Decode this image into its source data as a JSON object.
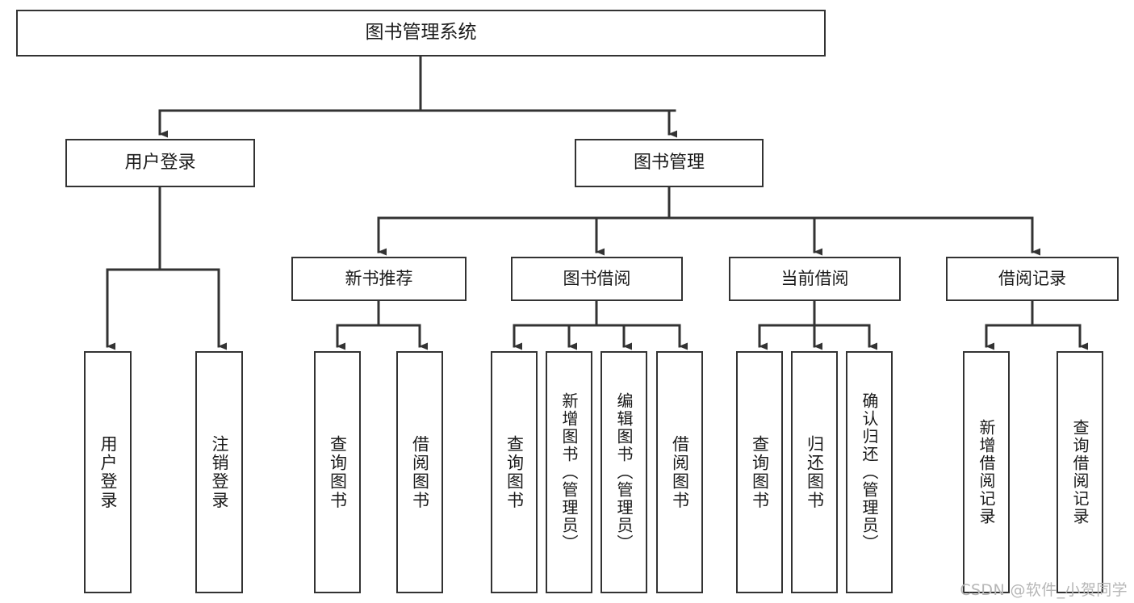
{
  "diagram": {
    "title": "图书管理系统",
    "type": "tree-hierarchy-chart",
    "root": {
      "id": "root",
      "label": "图书管理系统"
    },
    "level2": [
      {
        "id": "user-login",
        "label": "用户登录"
      },
      {
        "id": "book-manage",
        "label": "图书管理"
      }
    ],
    "level3": [
      {
        "id": "new-book-rec",
        "label": "新书推荐",
        "parent": "book-manage"
      },
      {
        "id": "book-borrow",
        "label": "图书借阅",
        "parent": "book-manage"
      },
      {
        "id": "current-borrow",
        "label": "当前借阅",
        "parent": "book-manage"
      },
      {
        "id": "borrow-record",
        "label": "借阅记录",
        "parent": "book-manage"
      }
    ],
    "leaves": [
      {
        "id": "leaf-user-login",
        "label": "用户登录",
        "parent": "user-login"
      },
      {
        "id": "leaf-user-logout",
        "label": "注销登录",
        "parent": "user-login"
      },
      {
        "id": "leaf-rec-query",
        "label": "查询图书",
        "parent": "new-book-rec"
      },
      {
        "id": "leaf-rec-borrow",
        "label": "借阅图书",
        "parent": "new-book-rec"
      },
      {
        "id": "leaf-borrow-query",
        "label": "查询图书",
        "parent": "book-borrow"
      },
      {
        "id": "leaf-borrow-add",
        "label": "新增图书（管理员）",
        "parent": "book-borrow"
      },
      {
        "id": "leaf-borrow-edit",
        "label": "编辑图书（管理员）",
        "parent": "book-borrow"
      },
      {
        "id": "leaf-borrow-do",
        "label": "借阅图书",
        "parent": "book-borrow"
      },
      {
        "id": "leaf-cur-query",
        "label": "查询图书",
        "parent": "current-borrow"
      },
      {
        "id": "leaf-cur-return",
        "label": "归还图书",
        "parent": "current-borrow"
      },
      {
        "id": "leaf-cur-confirm",
        "label": "确认归还（管理员）",
        "parent": "current-borrow"
      },
      {
        "id": "leaf-rec-add",
        "label": "新增借阅记录",
        "parent": "borrow-record"
      },
      {
        "id": "leaf-rec-query-record",
        "label": "查询借阅记录",
        "parent": "borrow-record"
      }
    ],
    "watermark": "CSDN @软件_小贺同学",
    "colors": {
      "stroke": "#333333",
      "fill": "#ffffff",
      "text": "#1a1a1a",
      "watermark": "#b6b6b6"
    }
  }
}
